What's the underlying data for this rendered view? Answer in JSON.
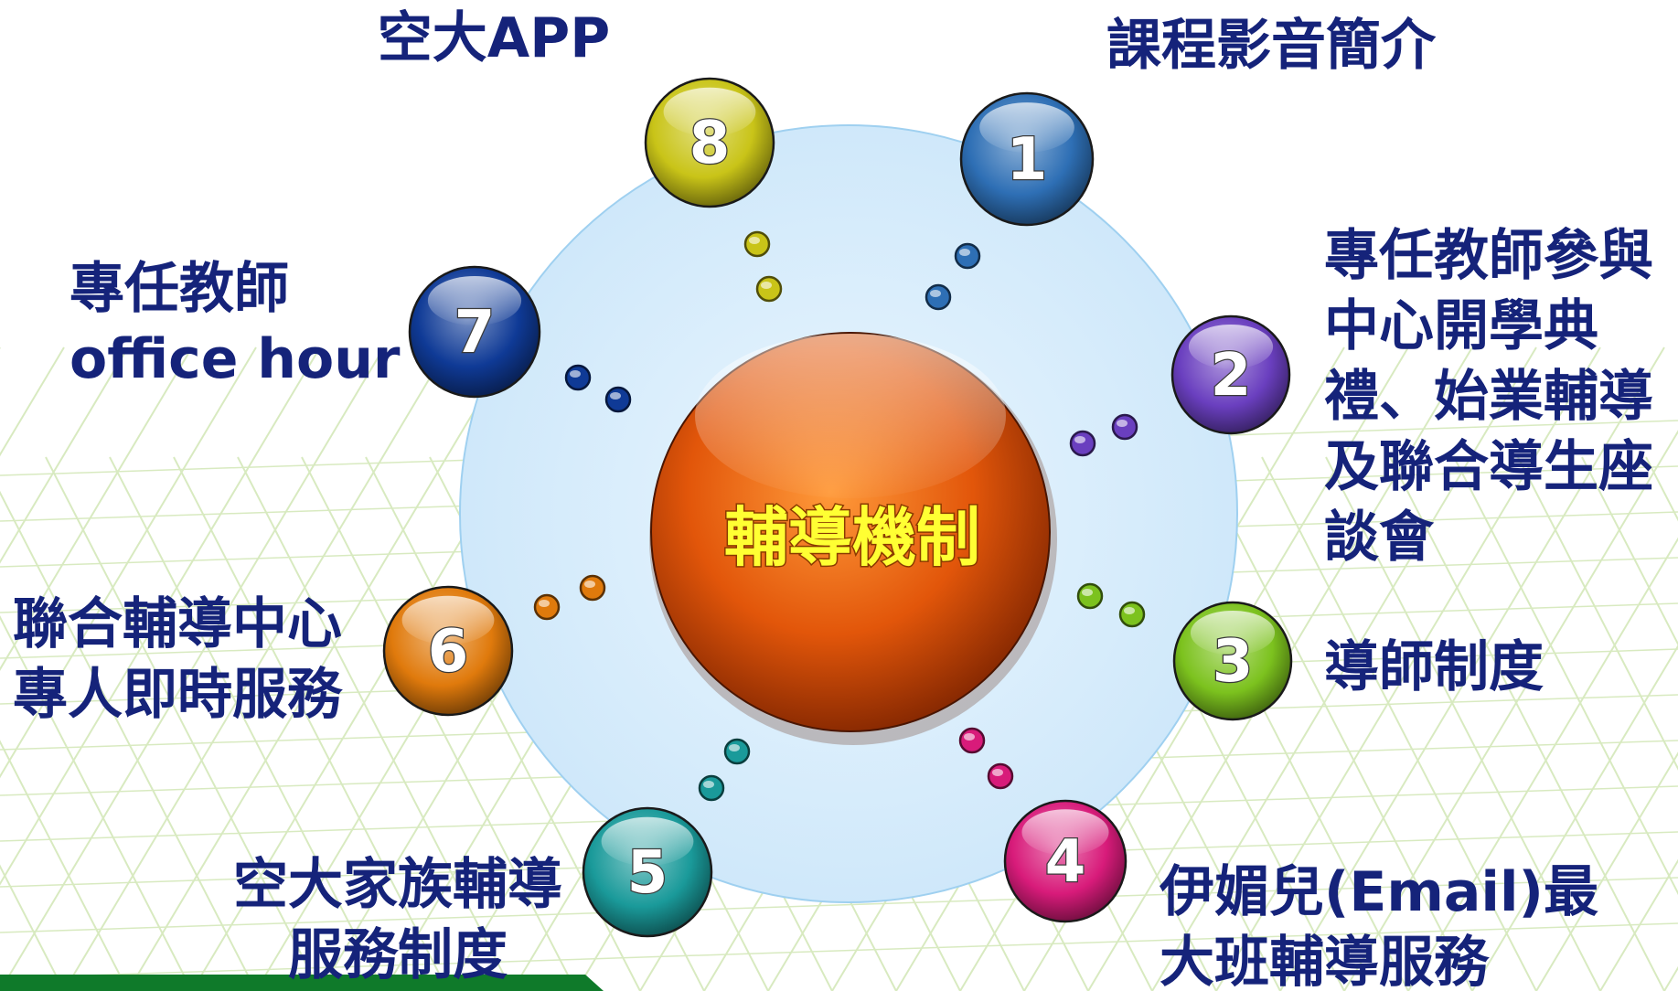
{
  "center": {
    "label": "輔導機制",
    "color": "#e2560a"
  },
  "nodes": [
    {
      "number": "1",
      "color": "#2e6fb5",
      "label_lines": [
        "課程影音簡介"
      ]
    },
    {
      "number": "2",
      "color": "#6a3fbf",
      "label_lines": [
        "專任教師參與",
        "中心開學典",
        "禮、始業輔導",
        "及聯合導生座",
        "談會"
      ]
    },
    {
      "number": "3",
      "color": "#7cc21e",
      "label_lines": [
        "導師制度"
      ]
    },
    {
      "number": "4",
      "color": "#d81b7a",
      "label_lines": [
        "伊媚兒(Email)最",
        "大班輔導服務"
      ]
    },
    {
      "number": "5",
      "color": "#1a9a9a",
      "label_lines": [
        "空大家族輔導",
        "服務制度"
      ]
    },
    {
      "number": "6",
      "color": "#e07a0c",
      "label_lines": [
        "聯合輔導中心",
        "專人即時服務"
      ]
    },
    {
      "number": "7",
      "color": "#0f3a96",
      "label_lines": [
        "專任教師",
        "office hour"
      ]
    },
    {
      "number": "8",
      "color": "#c9c418",
      "label_lines": [
        "空大APP"
      ]
    }
  ],
  "colors": {
    "label_text": "#15237a",
    "halo": "#d6ecfb",
    "halo_stroke": "#9fd0f0",
    "grid": "#b9d98e",
    "footer_bar": "#0f7a2a"
  }
}
